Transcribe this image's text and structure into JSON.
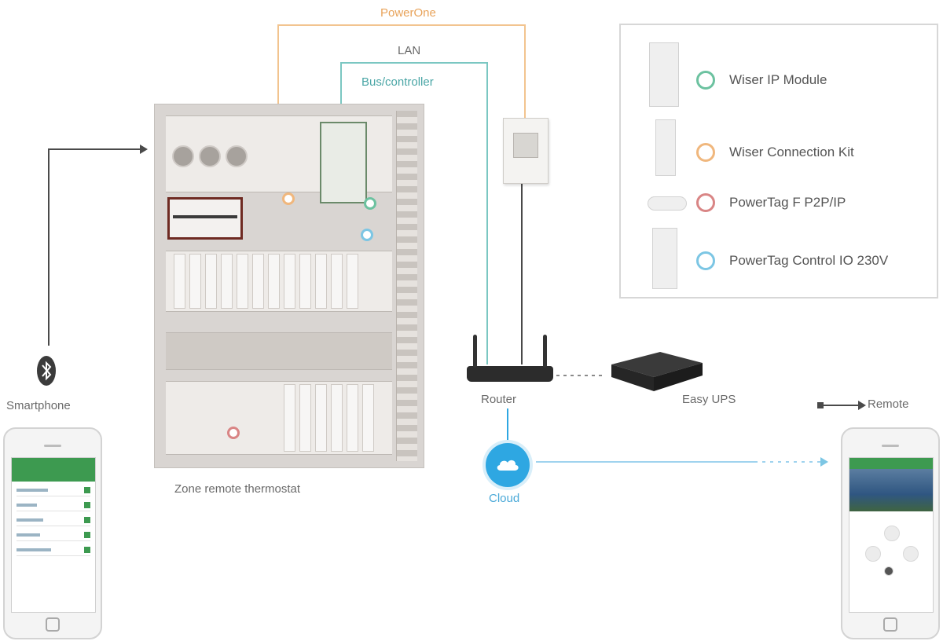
{
  "diagram": {
    "labels": {
      "powerline": "PowerOne",
      "lan": "LAN",
      "bus": "Bus/controller",
      "bluetooth": "Smartphone",
      "panel": "Zone remote thermostat",
      "router": "Router",
      "cloud": "Cloud",
      "ups": "Easy UPS",
      "remote": "Remote"
    },
    "legend": [
      {
        "label": "Wiser IP Module",
        "icon": "circle-green",
        "color": "#6cc2a0"
      },
      {
        "label": "Wiser Connection Kit",
        "icon": "circle-orange",
        "color": "#f0b77d"
      },
      {
        "label": "PowerTag F P2P/IP",
        "icon": "circle-red",
        "color": "#d98585"
      },
      {
        "label": "PowerTag Control IO 230V",
        "icon": "circle-blue",
        "color": "#7cc6e4"
      }
    ],
    "colors": {
      "powerline_wire": "#f2c48f",
      "lan_wire": "#7bc7c2",
      "router_wire": "#4a4a4a",
      "cloud": "#2ea7e2",
      "app_green": "#3d9a50"
    }
  }
}
